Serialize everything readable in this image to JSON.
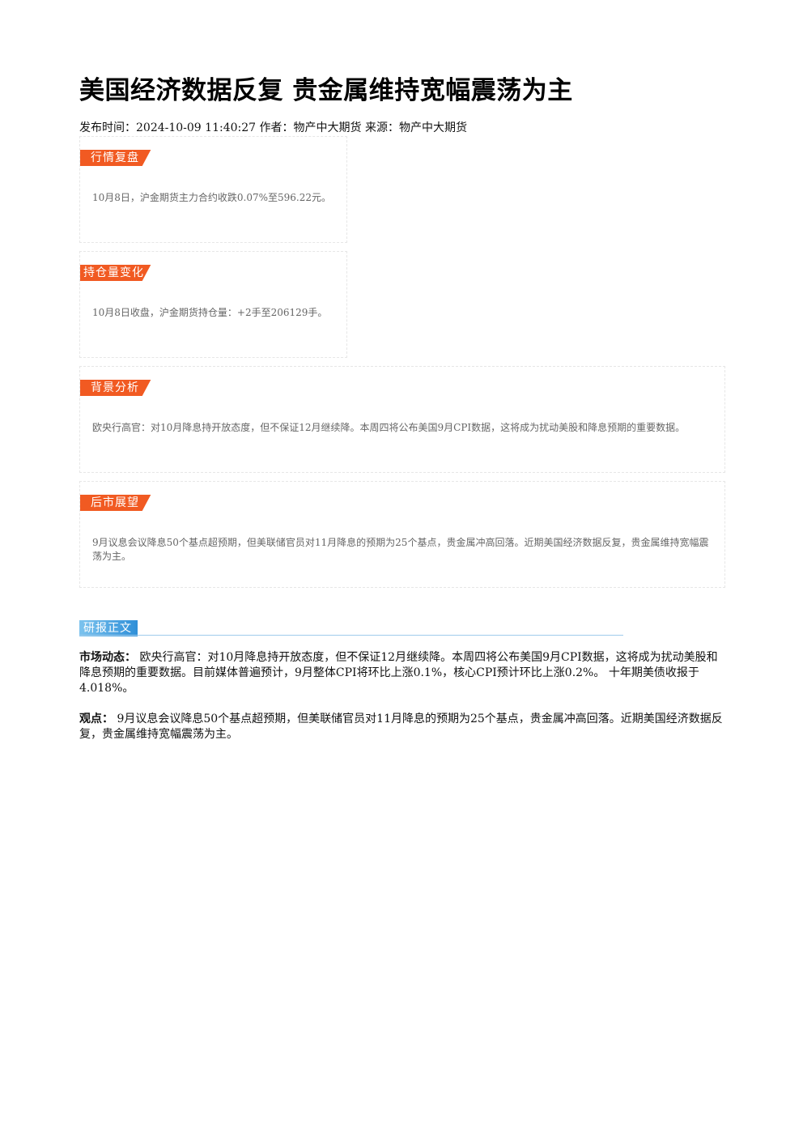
{
  "article": {
    "title": "美国经济数据反复 贵金属维持宽幅震荡为主",
    "meta": "发布时间：2024-10-09 11:40:27 作者：物产中大期货 来源：物产中大期货"
  },
  "sections": [
    {
      "tag": "行情复盘",
      "text": "10月8日，沪金期货主力合约收跌0.07%至596.22元。"
    },
    {
      "tag": "持仓量变化",
      "text": "10月8日收盘，沪金期货持仓量：+2手至206129手。"
    },
    {
      "tag": "背景分析",
      "text": "欧央行高官：对10月降息持开放态度，但不保证12月继续降。本周四将公布美国9月CPI数据，这将成为扰动美股和降息预期的重要数据。"
    },
    {
      "tag": "后市展望",
      "text": "9月议息会议降息50个基点超预期，但美联储官员对11月降息的预期为25个基点，贵金属冲高回落。近期美国经济数据反复，贵金属维持宽幅震荡为主。"
    }
  ],
  "report": {
    "heading": "研报正文",
    "paragraphs": [
      {
        "label": "市场动态：",
        "text": " 欧央行高官：对10月降息持开放态度，但不保证12月继续降。本周四将公布美国9月CPI数据，这将成为扰动美股和降息预期的重要数据。目前媒体普遍预计，9月整体CPI将环比上涨0.1%，核心CPI预计环比上涨0.2%。 十年期美债收报于4.018%。"
      },
      {
        "label": "观点：",
        "text": " 9月议息会议降息50个基点超预期，但美联储官员对11月降息的预期为25个基点，贵金属冲高回落。近期美国经济数据反复，贵金属维持宽幅震荡为主。"
      }
    ]
  },
  "colors": {
    "section_tag": "#f15a22",
    "report_tag": "#2f8fd8",
    "box_border": "#e6e6e6"
  }
}
